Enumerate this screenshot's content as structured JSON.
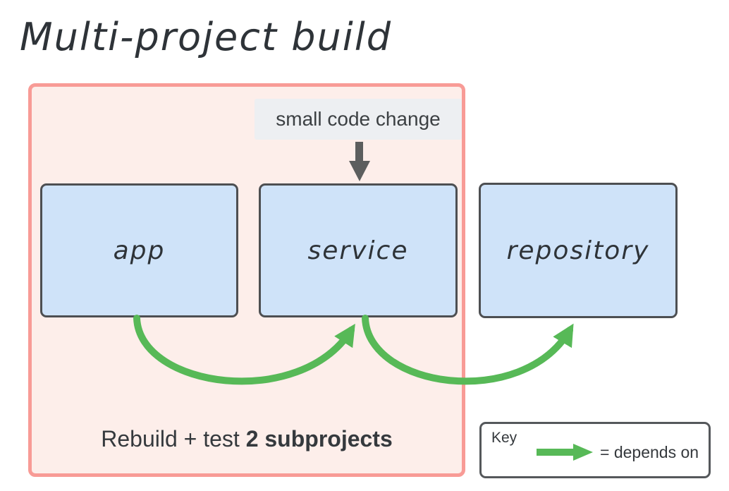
{
  "title": "Multi-project build",
  "diagram": {
    "annotation": "small code change",
    "nodes": [
      {
        "id": "app",
        "label": "app"
      },
      {
        "id": "service",
        "label": "service"
      },
      {
        "id": "repository",
        "label": "repository"
      }
    ],
    "edges": [
      {
        "from": "app",
        "to": "service",
        "relation": "depends on"
      },
      {
        "from": "service",
        "to": "repository",
        "relation": "depends on"
      }
    ],
    "caption": {
      "prefix": "Rebuild + test ",
      "bold": "2 subprojects"
    }
  },
  "key": {
    "label": "Key",
    "legend": "= depends on"
  },
  "colors": {
    "node_fill": "#cfe3f9",
    "node_border": "#4d4f52",
    "container_fill": "#fdeeea",
    "container_border": "#f89b96",
    "dependency_arrow_green": "#57b957",
    "annotation_bg": "#edeff2",
    "change_arrow_gray": "#5c5e5e",
    "text": "#35393d"
  }
}
